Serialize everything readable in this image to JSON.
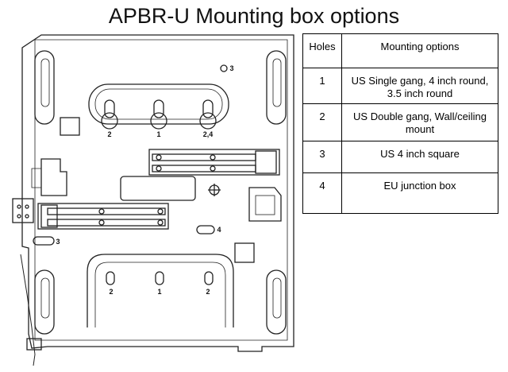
{
  "title": "APBR-U Mounting box options",
  "diagram": {
    "hole_labels": [
      "2",
      "1",
      "2,4",
      "3",
      "3",
      "4",
      "2",
      "1",
      "2"
    ]
  },
  "table": {
    "headers": [
      "Holes",
      "Mounting options"
    ],
    "rows": [
      {
        "hole": "1",
        "option": "US Single gang, 4 inch round, 3.5 inch round"
      },
      {
        "hole": "2",
        "option": "US Double gang, Wall/ceiling mount"
      },
      {
        "hole": "3",
        "option": "US 4 inch square"
      },
      {
        "hole": "4",
        "option": "EU junction box"
      }
    ]
  }
}
